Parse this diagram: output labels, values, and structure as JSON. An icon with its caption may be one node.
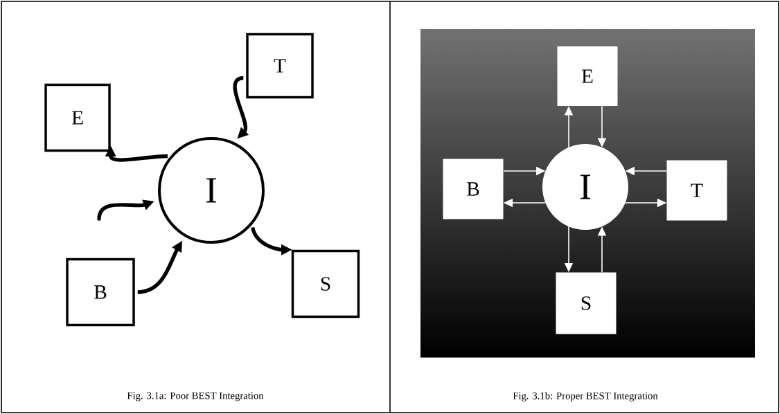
{
  "diagram": {
    "nodes": [
      {
        "text": [
          "T"
        ]
      },
      {
        "text": [
          "E"
        ]
      },
      {
        "text": [
          "I"
        ]
      },
      {
        "text": [
          "B"
        ]
      },
      {
        "text": [
          "S"
        ]
      },
      {
        "text": [
          "E"
        ]
      },
      {
        "text": [
          "B"
        ]
      },
      {
        "text": [
          "I"
        ]
      },
      {
        "text": [
          "T"
        ]
      },
      {
        "text": [
          "S"
        ]
      }
    ],
    "edges": [
      {
        "from": 0,
        "to": 2,
        "arrow": "to",
        "style": "thick",
        "color": "#000000"
      },
      {
        "from": 2,
        "to": 1,
        "arrow": "to",
        "style": "thick",
        "color": "#000000"
      },
      {
        "from": null,
        "to": 2,
        "arrow": "to",
        "style": "thick",
        "color": "#000000"
      },
      {
        "from": 3,
        "to": 2,
        "arrow": "to",
        "style": "thick",
        "color": "#000000"
      },
      {
        "from": 2,
        "to": 4,
        "arrow": "to",
        "style": "thick",
        "color": "#000000"
      },
      {
        "from": 7,
        "to": 5,
        "arrow": "to"
      },
      {
        "from": 5,
        "to": 7,
        "arrow": "to"
      },
      {
        "from": 6,
        "to": 7,
        "arrow": "to"
      },
      {
        "from": 7,
        "to": 6,
        "arrow": "to"
      },
      {
        "from": 8,
        "to": 7,
        "arrow": "to"
      },
      {
        "from": 7,
        "to": 8,
        "arrow": "to"
      },
      {
        "from": 7,
        "to": 9,
        "arrow": "to"
      },
      {
        "from": 9,
        "to": 7,
        "arrow": "to"
      }
    ],
    "labels": [
      "Fig. 3.1a: Poor BEST Integration",
      "Fig. 3.1b: Proper BEST Integration"
    ]
  }
}
